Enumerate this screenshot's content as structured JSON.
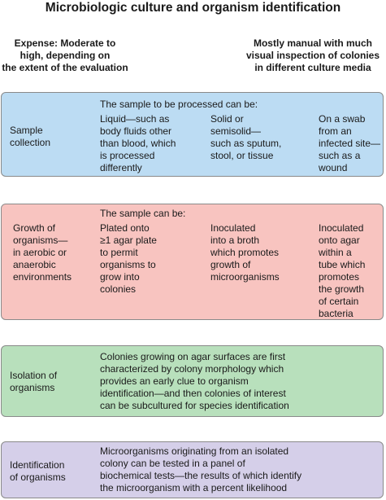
{
  "title": "Microbiologic culture and organism identification",
  "expense_note": "Expense: Moderate to\nhigh, depending on\nthe extent of the evaluation",
  "method_note": "Mostly manual with much\nvisual inspection of colonies\nin different culture media",
  "stages": [
    {
      "label": "Sample\ncollection",
      "intro": "The sample to be processed can be:",
      "options": [
        "Liquid—such as\nbody fluids other\nthan blood, which\nis processed\ndifferently",
        "Solid or\nsemisolid—\nsuch as sputum,\nstool, or tissue",
        "On a swab\nfrom an\ninfected site—\nsuch as a\nwound"
      ]
    },
    {
      "label": "Growth of\norganisms—\nin aerobic or\nanaerobic\nenvironments",
      "intro": "The sample can be:",
      "options": [
        "Plated onto\n≥1 agar plate\nto permit\norganisms to\ngrow into\ncolonies",
        "Inoculated\ninto a broth\nwhich promotes\ngrowth of\nmicroorganisms",
        "Inoculated\nonto agar\nwithin a\ntube which\npromotes\nthe growth\nof certain\nbacteria"
      ]
    },
    {
      "label": "Isolation of\norganisms",
      "text": "Colonies growing on agar surfaces are first\ncharacterized by colony morphology which\nprovides an early clue to organism\nidentification—and then colonies of interest\ncan be subcultured for species identification"
    },
    {
      "label": "Identification\nof organisms",
      "text": "Microorganisms originating from an isolated\ncolony can be tested in a panel of\nbiochemical tests—the results of which identify\nthe microorganism with a percent likelihood"
    }
  ],
  "colors": {
    "collection": "#bcdcf3",
    "growth": "#f8c4c0",
    "isolation": "#b8e0bc",
    "identification": "#d5cfe9"
  }
}
